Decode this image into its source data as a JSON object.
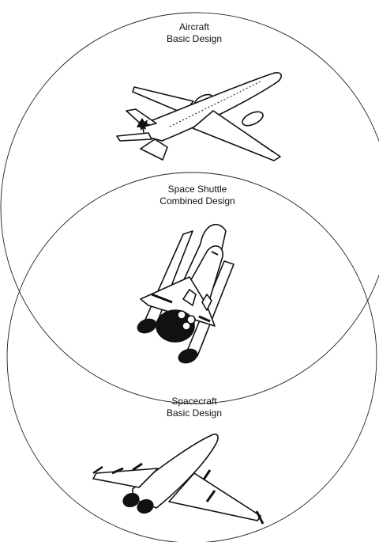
{
  "regions": [
    {
      "id": "aircraft",
      "title": "Aircraft",
      "subtitle": "Basic Design",
      "icon": "airliner-icon"
    },
    {
      "id": "shuttle",
      "title": "Space Shuttle",
      "subtitle": "Combined Design",
      "icon": "space-shuttle-icon"
    },
    {
      "id": "spacecraft",
      "title": "Spacecraft",
      "subtitle": "Basic Design",
      "icon": "spaceplane-icon"
    }
  ],
  "colors": {
    "line": "#111111",
    "background": "#ffffff"
  }
}
